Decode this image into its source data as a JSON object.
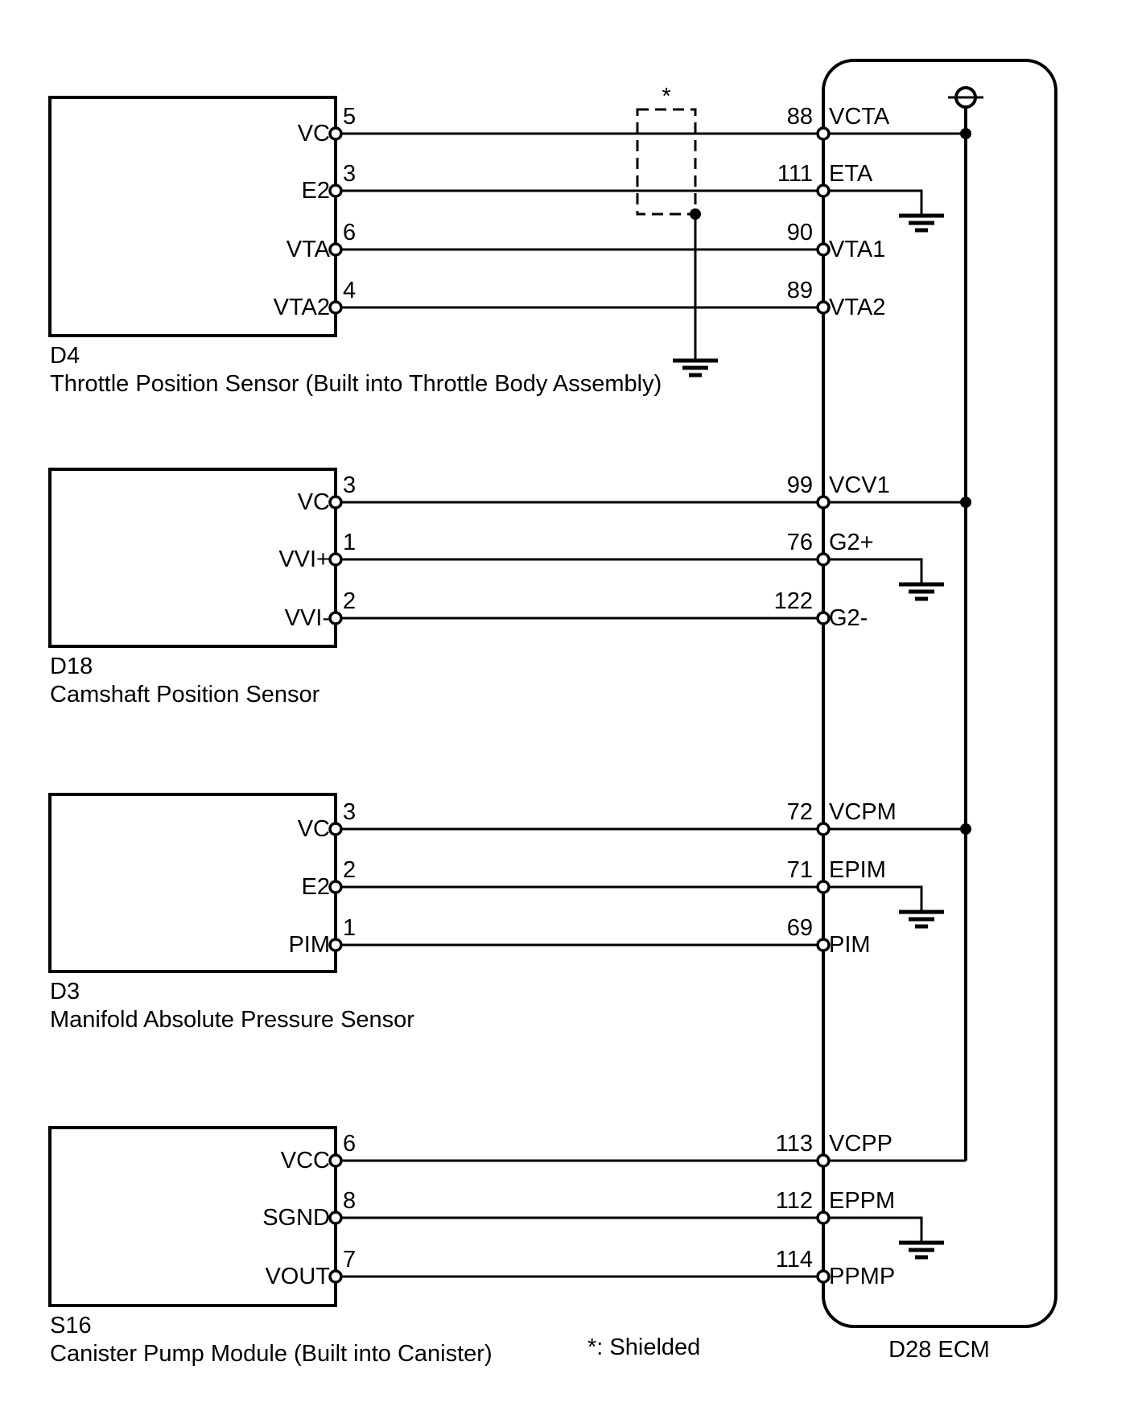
{
  "colors": {
    "line": "#000000",
    "background": "#ffffff"
  },
  "ecm": {
    "label": "D28 ECM",
    "pins": [
      {
        "number": "88",
        "label": "VCTA"
      },
      {
        "number": "111",
        "label": "ETA"
      },
      {
        "number": "90",
        "label": "VTA1"
      },
      {
        "number": "89",
        "label": "VTA2"
      },
      {
        "number": "99",
        "label": "VCV1"
      },
      {
        "number": "76",
        "label": "G2+"
      },
      {
        "number": "122",
        "label": "G2-"
      },
      {
        "number": "72",
        "label": "VCPM"
      },
      {
        "number": "71",
        "label": "EPIM"
      },
      {
        "number": "69",
        "label": "PIM"
      },
      {
        "number": "113",
        "label": "VCPP"
      },
      {
        "number": "112",
        "label": "EPPM"
      },
      {
        "number": "114",
        "label": "PPMP"
      }
    ]
  },
  "sensors": [
    {
      "id": "D4",
      "name": "Throttle Position Sensor (Built into Throttle Body Assembly)",
      "pins": [
        {
          "label": "VC",
          "number": "5"
        },
        {
          "label": "E2",
          "number": "3"
        },
        {
          "label": "VTA",
          "number": "6"
        },
        {
          "label": "VTA2",
          "number": "4"
        }
      ]
    },
    {
      "id": "D18",
      "name": "Camshaft Position Sensor",
      "pins": [
        {
          "label": "VC",
          "number": "3"
        },
        {
          "label": "VVI+",
          "number": "1"
        },
        {
          "label": "VVI-",
          "number": "2"
        }
      ]
    },
    {
      "id": "D3",
      "name": "Manifold Absolute Pressure Sensor",
      "pins": [
        {
          "label": "VC",
          "number": "3"
        },
        {
          "label": "E2",
          "number": "2"
        },
        {
          "label": "PIM",
          "number": "1"
        }
      ]
    },
    {
      "id": "S16",
      "name": "Canister Pump Module (Built into Canister)",
      "pins": [
        {
          "label": "VCC",
          "number": "6"
        },
        {
          "label": "SGND",
          "number": "8"
        },
        {
          "label": "VOUT",
          "number": "7"
        }
      ]
    }
  ],
  "shield": {
    "marker": "*",
    "note": "*: Shielded"
  }
}
